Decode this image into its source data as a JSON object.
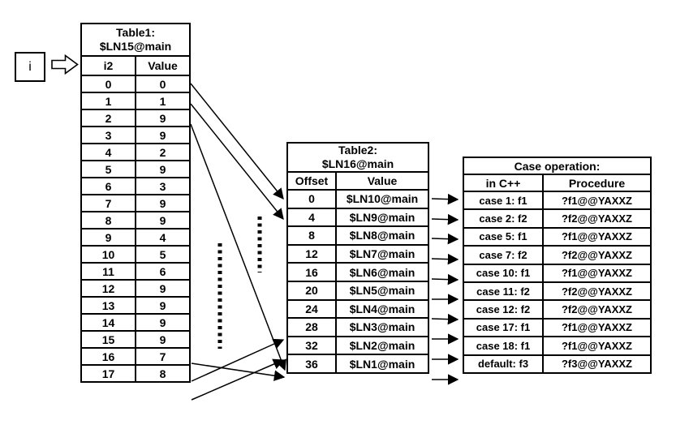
{
  "pointer": {
    "label": "i"
  },
  "table1": {
    "title_line1": "Table1:",
    "title_line2": "$LN15@main",
    "columns": [
      "i2",
      "Value"
    ],
    "rows": [
      [
        "0",
        "0"
      ],
      [
        "1",
        "1"
      ],
      [
        "2",
        "9"
      ],
      [
        "3",
        "9"
      ],
      [
        "4",
        "2"
      ],
      [
        "5",
        "9"
      ],
      [
        "6",
        "3"
      ],
      [
        "7",
        "9"
      ],
      [
        "8",
        "9"
      ],
      [
        "9",
        "4"
      ],
      [
        "10",
        "5"
      ],
      [
        "11",
        "6"
      ],
      [
        "12",
        "9"
      ],
      [
        "13",
        "9"
      ],
      [
        "14",
        "9"
      ],
      [
        "15",
        "9"
      ],
      [
        "16",
        "7"
      ],
      [
        "17",
        "8"
      ]
    ]
  },
  "table2": {
    "title_line1": "Table2:",
    "title_line2": "$LN16@main",
    "columns": [
      "Offset",
      "Value"
    ],
    "rows": [
      [
        "0",
        "$LN10@main"
      ],
      [
        "4",
        "$LN9@main"
      ],
      [
        "8",
        "$LN8@main"
      ],
      [
        "12",
        "$LN7@main"
      ],
      [
        "16",
        "$LN6@main"
      ],
      [
        "20",
        "$LN5@main"
      ],
      [
        "24",
        "$LN4@main"
      ],
      [
        "28",
        "$LN3@main"
      ],
      [
        "32",
        "$LN2@main"
      ],
      [
        "36",
        "$LN1@main"
      ]
    ]
  },
  "case_table": {
    "title": "Case operation:",
    "columns": [
      "in C++",
      "Procedure"
    ],
    "rows": [
      [
        "case 1: f1",
        "?f1@@YAXXZ"
      ],
      [
        "case 2: f2",
        "?f2@@YAXXZ"
      ],
      [
        "case 5: f1",
        "?f1@@YAXXZ"
      ],
      [
        "case 7: f2",
        "?f2@@YAXXZ"
      ],
      [
        "case 10: f1",
        "?f1@@YAXXZ"
      ],
      [
        "case 11: f2",
        "?f2@@YAXXZ"
      ],
      [
        "case 12: f2",
        "?f2@@YAXXZ"
      ],
      [
        "case 17: f1",
        "?f1@@YAXXZ"
      ],
      [
        "case 18: f1",
        "?f1@@YAXXZ"
      ],
      [
        "default: f3",
        "?f3@@YAXXZ"
      ]
    ]
  },
  "colors": {
    "line": "#000000",
    "background": "#ffffff"
  }
}
